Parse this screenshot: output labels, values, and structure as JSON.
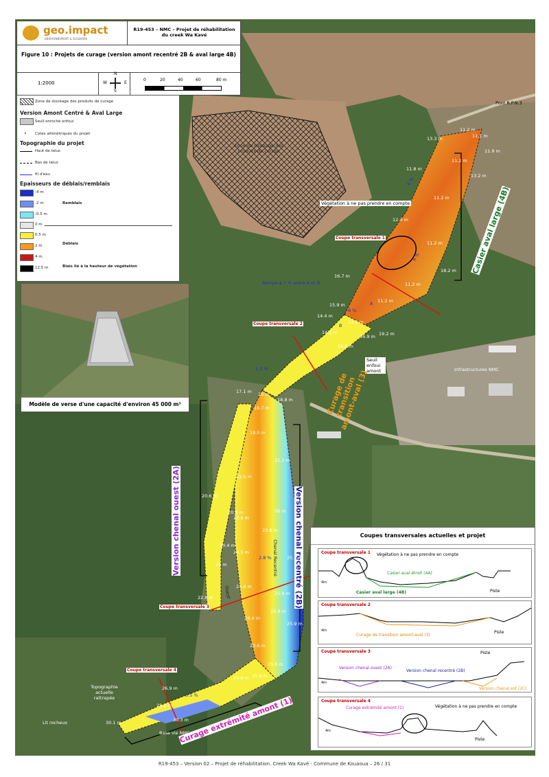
{
  "header": {
    "logo_text": "geo.impact",
    "logo_sub": "ENVIRONNEMENT & SOLIDAIRE",
    "project_line1": "R19-453 – NMC – Projet de réhabilitation",
    "project_line2": "du creek Wa Kavé",
    "figure_title": "Figure 10 : Projets de curage (version amont recentré 2B & aval large 4B)",
    "scale_ratio": "1:2000",
    "scale_ticks": [
      "0",
      "20",
      "40",
      "60",
      "80 m"
    ],
    "compass": [
      "N",
      "S",
      "E",
      "W"
    ]
  },
  "legend": {
    "storage_zone": "Zone de stockage des produits de curage",
    "version_title": "Version Amont Centré & Aval Large",
    "sill": "Seuil enroché enfoui",
    "spot_heights": "Cotes altimétriques du projet",
    "topo_title": "Topographie du projet",
    "top_bank": "Haut de talus",
    "bottom_bank": "Bas de talus",
    "water_line": "fil d'eau",
    "thickness_title": "Epaisseurs de déblais/remblais",
    "remblais_label": "Remblais",
    "deblais_label": "Déblais",
    "veg_bias_label": "Biais lié à la hauteur de végétation",
    "classes": [
      {
        "value": "-4 m",
        "color": "#1a2ec8"
      },
      {
        "value": "-2 m",
        "color": "#6f8ff0"
      },
      {
        "value": "-0.5 m",
        "color": "#7fe7f2"
      },
      {
        "value": "0 m",
        "color": "#e6e6e6"
      },
      {
        "value": "0.5 m",
        "color": "#f6ef3c"
      },
      {
        "value": "2 m",
        "color": "#f59a1c"
      },
      {
        "value": "4 m",
        "color": "#c61818"
      },
      {
        "value": "12.5 m",
        "color": "#000000"
      }
    ]
  },
  "inset": {
    "caption": "Modèle de verse d'une capacité d'environ 45 000 m³"
  },
  "map": {
    "road_label": "Pont R.P.N.3",
    "storage_label": "Zone de stockage des produits de curage",
    "veg_note": "Végétation à ne pas prendre en compte",
    "ramp_note": "Rampe à 7 % entre A et B",
    "sill_note": "Seuil enfoui amont",
    "infra_label": "Infrastructures NMC",
    "litrocheux_label": "Lit rocheux",
    "base_vie_label": "Base vie NMC",
    "topo_note": "Topographie actuelle rattrapée",
    "canal_label": "Chenal Recentré",
    "ouest_label": "Ouest",
    "point_a": "A",
    "point_b": "B",
    "slope_labels": [
      "6 %",
      "6 %",
      "8 %",
      "3.5 %",
      "2.8 %",
      "1.5 %"
    ],
    "coupes": [
      "Coupe transversale 1",
      "Coupe transversale 2",
      "Coupe transversale 3",
      "Coupe transversale 4"
    ],
    "zones": {
      "aval_large": "Casier aval large (4B)",
      "transition": "Curage de transition amont-aval (3)",
      "chenal_ouest": "Version chenal ouest (2A)",
      "chenal_recentre": "Version chenal recentré (2B)",
      "extremite": "Curage extrémité amont (1)"
    },
    "elevations": [
      "11.2 m",
      "11.1 m",
      "13.3 m",
      "11.9 m",
      "11.2 m",
      "11.8 m",
      "13.2 m",
      "11.2 m",
      "12.4 m",
      "11.2 m",
      "18.2 m",
      "16.7 m",
      "11.2 m",
      "11.2 m",
      "15.9 m",
      "14.4 m",
      "13.9 m",
      "14.2 m",
      "16.9 m",
      "19.2 m",
      "16.5 m",
      "17.1 m",
      "16 m",
      "18.8 m",
      "16.7 m",
      "18.5 m",
      "21.2 m",
      "21.5 m",
      "20.6 m",
      "22.6 m",
      "20.8 m",
      "26 m",
      "23.8 m",
      "24.5 m",
      "20.4 m",
      "20 m",
      "25.1 m",
      "23.6 m",
      "25.9 m",
      "22.8 m",
      "24.4 m",
      "25.8 m",
      "25.9 m",
      "23.6 m",
      "25.9 m",
      "24.8 m",
      "25.9 m",
      "26.9 m",
      "28.2 m",
      "30.1 m",
      "30.3 m"
    ]
  },
  "sections": {
    "title": "Coupes transversales actuelles et projet",
    "panels": [
      {
        "name": "Coupe transversale 1",
        "labels": [
          "Végétation à ne pas prendre en compte",
          "Casier aval étroit (4A)",
          "Casier aval large (4B)",
          "Piste",
          "4m"
        ]
      },
      {
        "name": "Coupe transversale 2",
        "labels": [
          "Curage de transition amont-aval (3)",
          "Piste",
          "4m"
        ]
      },
      {
        "name": "Coupe transversale 3",
        "labels": [
          "Piste",
          "Version chenal ouest (2A)",
          "Version chenal recentré (2B)",
          "Version chenal est (2C)",
          "4m"
        ]
      },
      {
        "name": "Coupe transversale 4",
        "labels": [
          "Curage extrémité amont (1)",
          "Végétation à ne pas prendre en compte",
          "Piste",
          "4m"
        ]
      }
    ]
  },
  "footer": "R19-453 – Version 02 – Projet de réhabilitation. Creek Wa Kavé - Commune de Kouaoua – 26 / 31",
  "colors": {
    "forest": "#4c6b3a",
    "bare_soil": "#b49273",
    "red_label": "#c00000",
    "green_label": "#1a7a2a",
    "orange_label": "#e89a12",
    "purple_label": "#8a2bd0",
    "blue_label": "#1a1aa0",
    "magenta_label": "#d020b0"
  }
}
